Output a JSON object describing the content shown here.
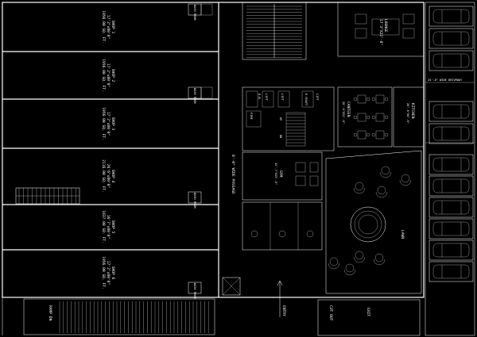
{
  "shops": [
    {
      "name": "SHOP 1",
      "dim": "17'2\"x80'0\"",
      "area": "1956.00 SQ. FT."
    },
    {
      "name": "SHOP 2",
      "dim": "17'2\"x80'0\"",
      "area": "1956.00 SQ. FT."
    },
    {
      "name": "SHOP 3",
      "dim": "17'2\"x80'0\"",
      "area": "1956.00 SQ. FT."
    },
    {
      "name": "SHOP 4",
      "dim": "26'6\"x80'0\"",
      "area": "2116.00 SQ. FT."
    },
    {
      "name": "SHOP 5",
      "dim": "16'7\"x80'0\"",
      "area": "1837.00 SQ. FT."
    },
    {
      "name": "SHOP 6",
      "dim": "17'2\"x80'0\"",
      "area": "1956.00 SQ. FT."
    }
  ],
  "wash_room": "WASH ROOM",
  "lounge": {
    "name": "LOUNGE",
    "dim": "17'3\"X22'-8\""
  },
  "canteen": {
    "name": "CANTEEN",
    "dim": "20'-6\"X22'-0\""
  },
  "kitchen": {
    "name": "KITCHEN",
    "dim": "20'-6\"X8'-0\""
  },
  "gym": {
    "name": "GYM",
    "dim": "32'-7\"X25'-6\""
  },
  "lawn": "LAWN",
  "passage": "8'-0\" WIDE PASSAGE",
  "driveway": "24'-0\" WIDE DRIVEWAY",
  "ramp": "RAMP DN",
  "entry": "ENTRY",
  "exit": "EXIT",
  "cut_out": "CUT OUT",
  "small_labels": [
    "LIFT",
    "LIFT",
    "D.B.",
    "E.SHAFT",
    "FIRE",
    "UP",
    "DN",
    "LIFT"
  ]
}
